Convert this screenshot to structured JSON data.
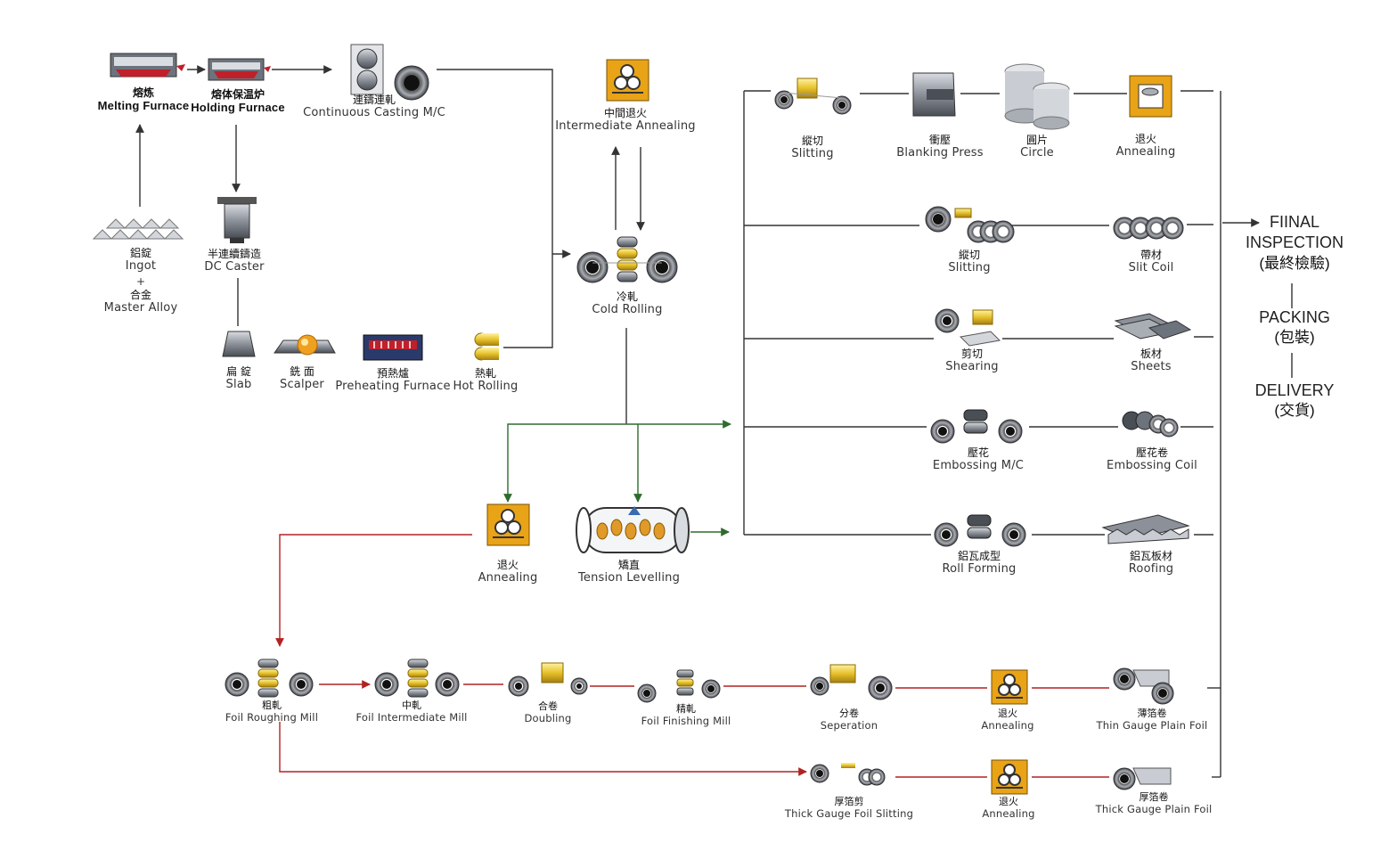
{
  "process": {
    "melting_furnace": {
      "zh": "熔炼",
      "en": "Melting Furnace"
    },
    "holding_furnace": {
      "zh": "熔体保温炉",
      "en": "Holding Furnace"
    },
    "continuous_casting": {
      "zh": "連鑄連軋",
      "en": "Continuous Casting M/C"
    },
    "ingot": {
      "zh": "鋁錠",
      "en": "Ingot"
    },
    "plus": "+",
    "master_alloy": {
      "zh": "合金",
      "en": "Master Alloy"
    },
    "dc_caster": {
      "zh": "半連續鑄造",
      "en": "DC Caster"
    },
    "slab": {
      "zh": "扁 錠",
      "en": "Slab"
    },
    "scalper": {
      "zh": "銑 面",
      "en": "Scalper"
    },
    "preheating_furnace": {
      "zh": "預熱爐",
      "en": "Preheating Furnace"
    },
    "hot_rolling": {
      "zh": "熱軋",
      "en": "Hot Rolling"
    },
    "intermediate_annealing": {
      "zh": "中間退火",
      "en": "Intermediate Annealing"
    },
    "cold_rolling": {
      "zh": "冷軋",
      "en": "Cold Rolling"
    },
    "annealing_mid": {
      "zh": "退火",
      "en": "Annealing"
    },
    "tension_levelling": {
      "zh": "矯直",
      "en": "Tension Levelling"
    }
  },
  "branches": {
    "slitting_1": {
      "zh": "縱切",
      "en": "Slitting"
    },
    "blanking_press": {
      "zh": "衝壓",
      "en": "Blanking Press"
    },
    "circle": {
      "zh": "圓片",
      "en": "Circle"
    },
    "annealing_1": {
      "zh": "退火",
      "en": "Annealing"
    },
    "slitting_2": {
      "zh": "縱切",
      "en": "Slitting"
    },
    "slit_coil": {
      "zh": "帶材",
      "en": "Slit Coil"
    },
    "shearing": {
      "zh": "剪切",
      "en": "Shearing"
    },
    "sheets": {
      "zh": "板材",
      "en": "Sheets"
    },
    "embossing_mc": {
      "zh": "壓花",
      "en": "Embossing M/C"
    },
    "embossing_coil": {
      "zh": "壓花卷",
      "en": "Embossing Coil"
    },
    "roll_forming": {
      "zh": "鋁瓦成型",
      "en": "Roll Forming"
    },
    "roofing": {
      "zh": "鋁瓦板材",
      "en": "Roofing"
    }
  },
  "foil": {
    "roughing": {
      "zh": "粗軋",
      "en": "Foil Roughing Mill"
    },
    "intermediate": {
      "zh": "中軋",
      "en": "Foil Intermediate Mill"
    },
    "doubling": {
      "zh": "合卷",
      "en": "Doubling"
    },
    "finishing": {
      "zh": "精軋",
      "en": "Foil Finishing Mill"
    },
    "separation": {
      "zh": "分卷",
      "en": "Seperation"
    },
    "annealing_a": {
      "zh": "退火",
      "en": "Annealing"
    },
    "thin_gauge": {
      "zh": "薄箔卷",
      "en": "Thin Gauge Plain Foil"
    },
    "thick_slitting": {
      "zh": "厚箔剪",
      "en": "Thick Gauge Foil Slitting"
    },
    "annealing_b": {
      "zh": "退火",
      "en": "Annealing"
    },
    "thick_gauge": {
      "zh": "厚箔卷",
      "en": "Thick Gauge Plain Foil"
    }
  },
  "final": {
    "inspection_line1": "FIINAL",
    "inspection_line2": "INSPECTION",
    "inspection_zh": "(最終檢驗)",
    "packing": "PACKING",
    "packing_zh": "(包裝)",
    "delivery": "DELIVERY",
    "delivery_zh": "(交貨)"
  },
  "colors": {
    "flow_line": "#333333",
    "green_line": "#2e6b2e",
    "red_line": "#b22222",
    "anneal_box": "#e8a317",
    "furnace_red": "#c0202a",
    "steel": "#7a7f88"
  }
}
